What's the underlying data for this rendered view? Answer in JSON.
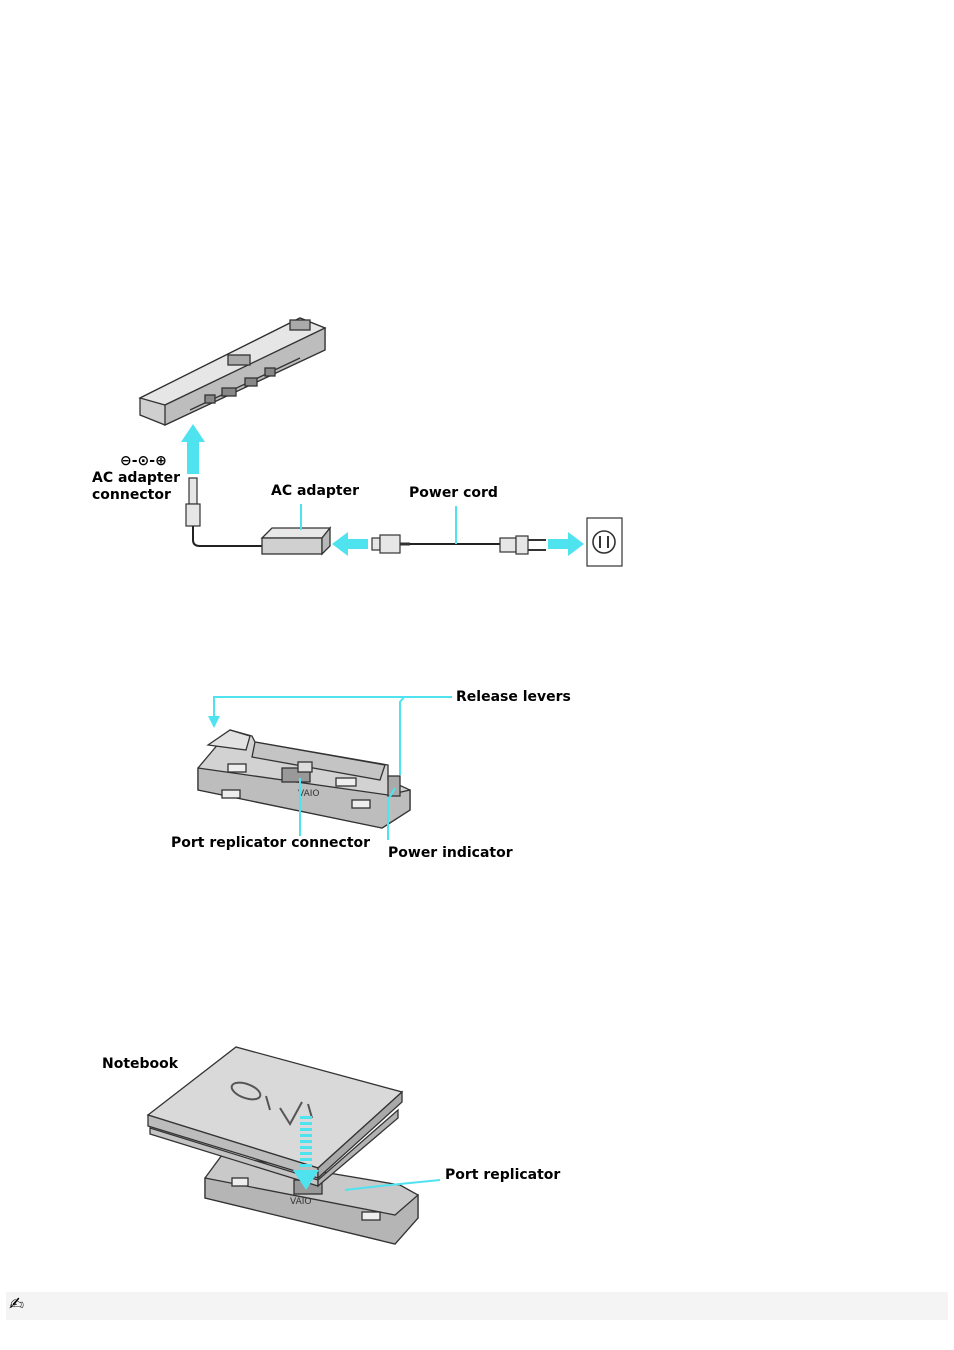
{
  "figure1": {
    "connector_symbol": "⊖-⊙-⊕",
    "ac_adapter_connector": [
      "AC adapter",
      "connector"
    ],
    "ac_adapter": "AC adapter",
    "power_cord": "Power cord"
  },
  "figure2": {
    "release_levers": "Release levers",
    "port_replicator_connector": "Port replicator connector",
    "power_indicator": "Power indicator"
  },
  "figure3": {
    "notebook": "Notebook",
    "port_replicator": "Port replicator",
    "brand_mark": "VAIO"
  },
  "note": {
    "icon": "note-pencil-icon"
  },
  "colors": {
    "accent": "#4fe3f0",
    "line": "#333333"
  }
}
